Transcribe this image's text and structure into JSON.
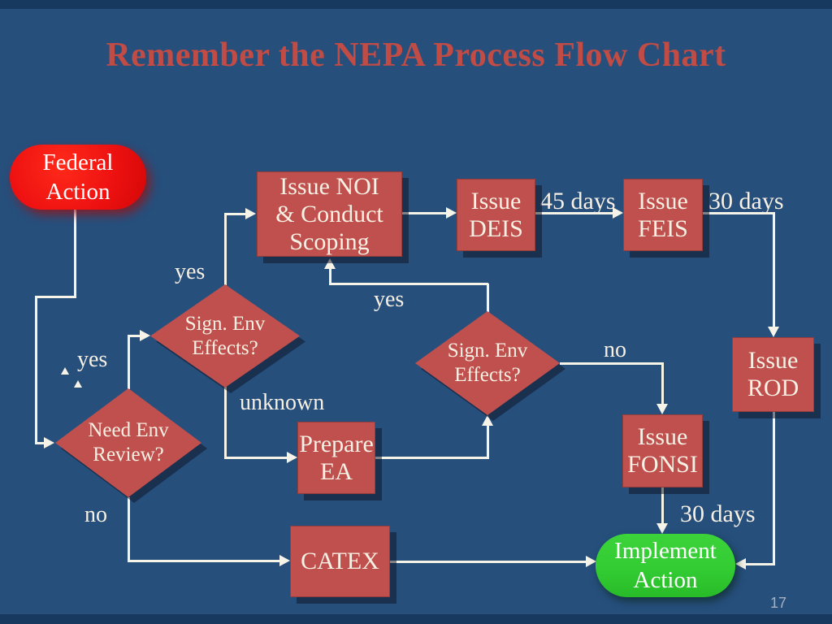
{
  "slide": {
    "title": "Remember the NEPA Process Flow Chart",
    "page_number": "17"
  },
  "colors": {
    "background": "#264F7C",
    "edge_strip": "#18395F",
    "node_red": "#C0504D",
    "start_red": "#EE1111",
    "end_green": "#33CC33",
    "connector": "#F6F3E8",
    "title_red": "#C14B45",
    "text_light": "#F7F0E4",
    "page_number_gray": "#A6B2C3"
  },
  "nodes": {
    "federal_action": {
      "lines": [
        "Federal",
        "Action"
      ]
    },
    "issue_noi": {
      "lines": [
        "Issue NOI",
        "& Conduct",
        "Scoping"
      ]
    },
    "issue_deis": {
      "lines": [
        "Issue",
        "DEIS"
      ]
    },
    "issue_feis": {
      "lines": [
        "Issue",
        "FEIS"
      ]
    },
    "issue_rod": {
      "lines": [
        "Issue",
        "ROD"
      ]
    },
    "issue_fonsi": {
      "lines": [
        "Issue",
        "FONSI"
      ]
    },
    "sign_env_effects_left": {
      "lines": [
        "Sign. Env",
        "Effects?"
      ]
    },
    "sign_env_effects_right": {
      "lines": [
        "Sign. Env",
        "Effects?"
      ]
    },
    "need_env_review": {
      "lines": [
        "Need Env",
        "Review?"
      ]
    },
    "prepare_ea": {
      "lines": [
        "Prepare",
        "EA"
      ]
    },
    "catex": {
      "lines": [
        "CATEX"
      ]
    },
    "implement_action": {
      "lines": [
        "Implement",
        "Action"
      ]
    }
  },
  "edge_labels": {
    "yes_to_noi": "yes",
    "yes_to_effects": "yes",
    "yes_effects_right": "yes",
    "unknown": "unknown",
    "no_effects_right": "no",
    "no_review": "no",
    "days_45": "45 days",
    "days_30_top": "30 days",
    "days_30_bottom": "30 days"
  }
}
